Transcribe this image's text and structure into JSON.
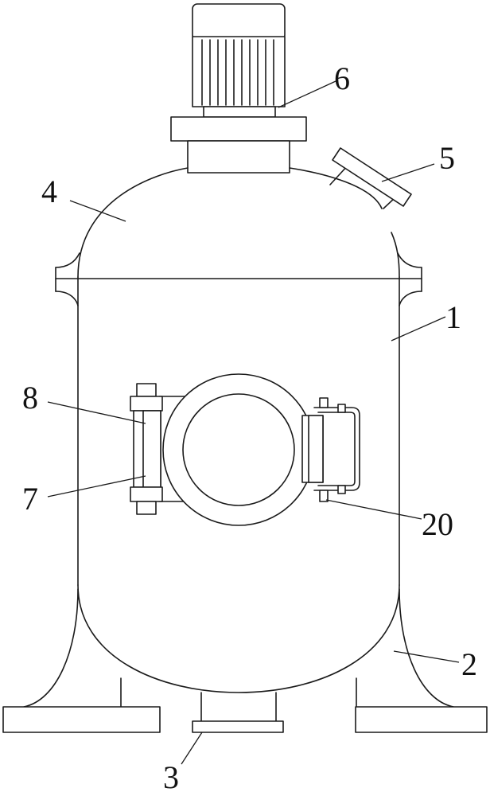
{
  "labels": {
    "vessel_body": "1",
    "support_leg": "2",
    "bottom_outlet": "3",
    "top_head": "4",
    "feed_port": "5",
    "motor": "6",
    "hinge_lower": "7",
    "hinge_upper": "8",
    "latch_handle": "20"
  },
  "colors": {
    "line": "#1a1a1a",
    "background": "#ffffff"
  }
}
